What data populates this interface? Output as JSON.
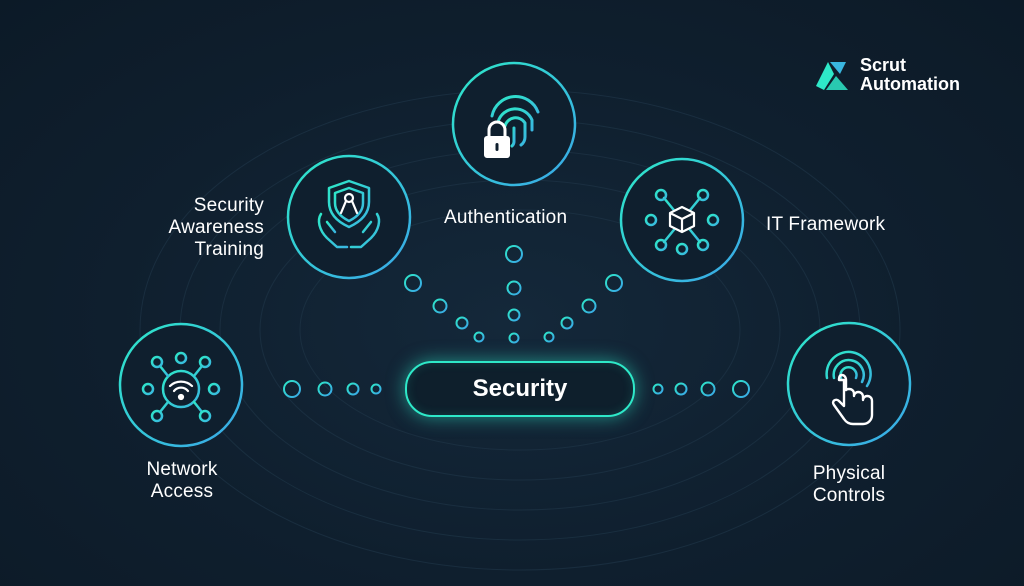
{
  "brand": {
    "line1": "Scrut",
    "line2": "Automation"
  },
  "center": {
    "label": "Security"
  },
  "nodes": {
    "authentication": {
      "label": "Authentication"
    },
    "it_framework": {
      "label": "IT Framework"
    },
    "security_awareness": {
      "lines": [
        "Security",
        "Awareness",
        "Training"
      ]
    },
    "network_access": {
      "lines": [
        "Network",
        "Access"
      ]
    },
    "physical_controls": {
      "lines": [
        "Physical",
        "Controls"
      ]
    }
  },
  "icons": {
    "authentication": "fingerprint-lock-icon",
    "it_framework": "network-cube-icon",
    "security_awareness": "shield-hands-icon",
    "network_access": "wifi-network-icon",
    "physical_controls": "touch-finger-icon",
    "brand": "scrut-logo-icon"
  },
  "colors": {
    "accent": "#2ee8c8",
    "accent_blue": "#3aa6e8",
    "background": "#0f1f2e"
  }
}
